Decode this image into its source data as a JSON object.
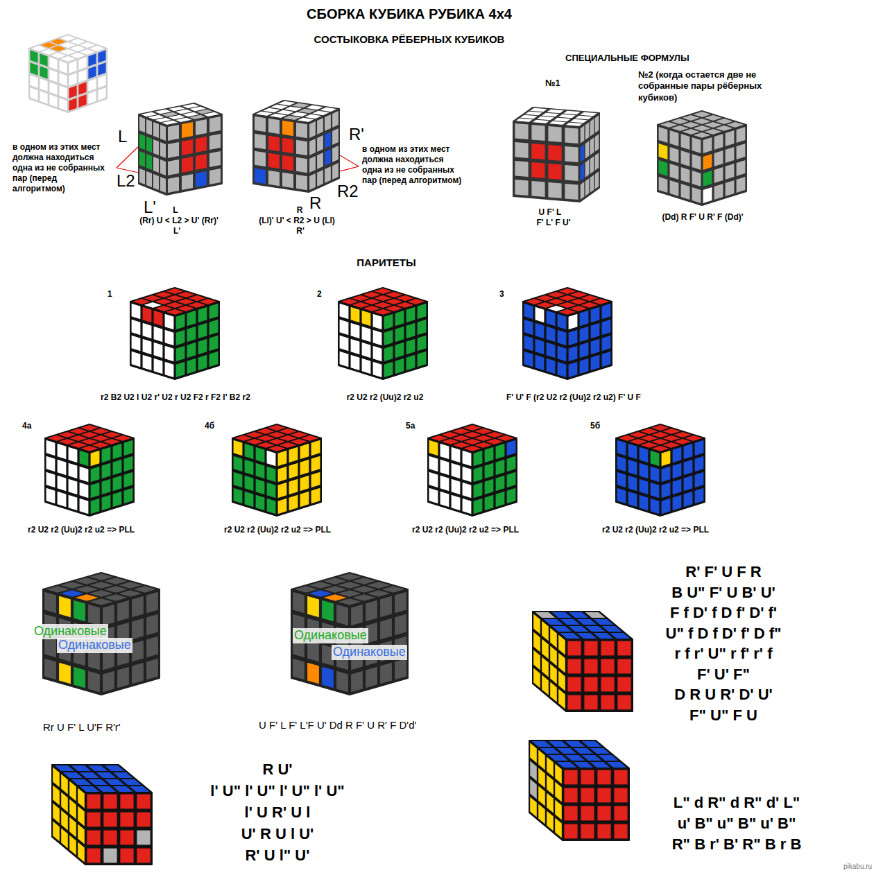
{
  "diagram": {
    "title": "СБОРКА КУБИКА РУБИКА 4x4",
    "labels": [
      "СОСТЫКОВКА РЁБЕРНЫХ КУБИКОВ",
      "СПЕЦИАЛЬНЫЕ ФОРМУЛЫ",
      "№1",
      "№2 (когда остается две не собранные пары рёберных кубиков)",
      "L",
      "L2",
      "L'",
      "в одном из этих мест должна находиться одна из не собранных пар (перед алгоритмом)",
      "R'",
      "R2",
      "R",
      "в одном из этих мест должна находиться одна из не собранных пар (перед алгоритмом)",
      "L",
      "(Rr) U < L2 > U' (Rr)'",
      "L'",
      "R",
      "(Ll)' U' < R2 > U (Ll)",
      "R'",
      "U F' L",
      "F' L' F U'",
      "(Dd) R F' U R' F (Dd)'",
      "ПАРИТЕТЫ",
      "1",
      "2",
      "3",
      "r2 B2 U2 l U2 r' U2 r U2 F2 r F2 l' B2 r2",
      "r2 U2 r2 (Uu)2 r2 u2",
      "F' U' F (r2 U2 r2 (Uu)2 r2 u2) F' U F",
      "4а",
      "4б",
      "5а",
      "5б",
      "r2 U2 r2 (Uu)2 r2 u2 => PLL",
      "r2 U2 r2 (Uu)2 r2 u2 => PLL",
      "r2 U2 r2 (Uu)2 r2 u2 => PLL",
      "r2 U2 r2 (Uu)2 r2 u2 => PLL",
      "Одинаковые",
      "Одинаковые",
      "Одинаковые",
      "Одинаковые",
      "Rr U F' L U'F R'r'",
      "U F' L F' L'F U' Dd R F' U R' F D'd'",
      "R' F' U F R",
      "B U\" F' U B' U'",
      "F f D' f D f' D' f'",
      "U\" f D f D' f' D f\"",
      "r f r' U\" r f' r' f",
      "F' U' F\"",
      "D R U R' D' U'",
      "F\" U\" F U",
      "R U'",
      "l' U\" l' U\" l' U\" l' U\"",
      "l' U R' U l",
      "U' R U l U'",
      "R' U l\" U'",
      "L\" d R\" d R\" d' L\"",
      "u' B\" u\" B\" u' B\"",
      "R\" B r' B' R\" B r B",
      "pikabu.ru"
    ]
  }
}
